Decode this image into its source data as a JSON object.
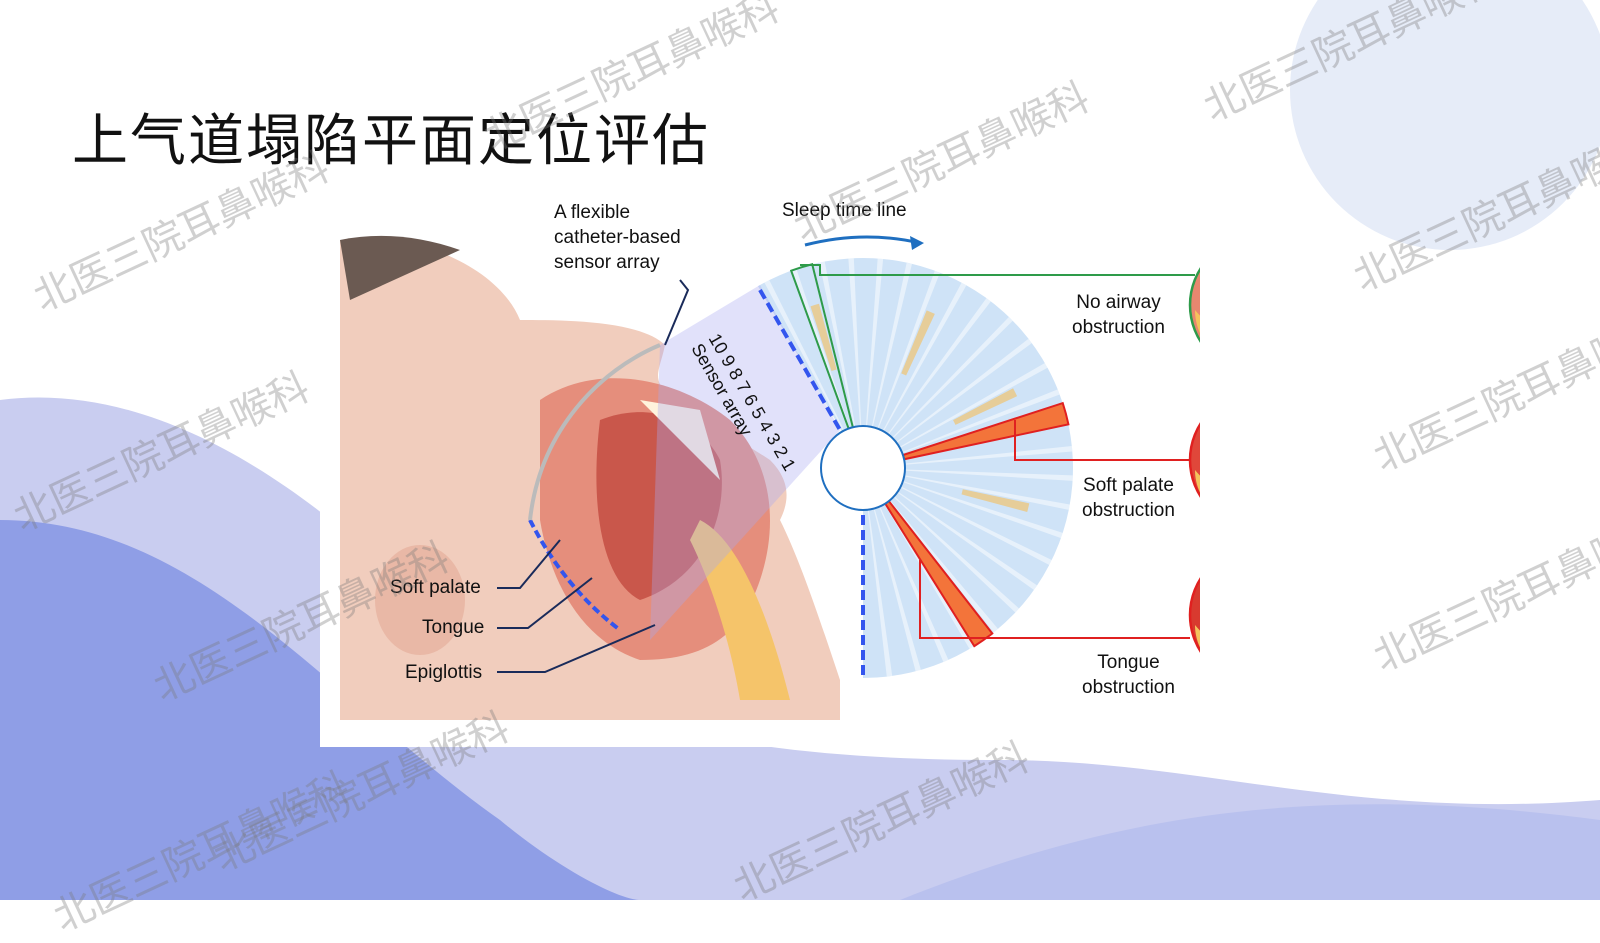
{
  "slide": {
    "title": "上气道塌陷平面定位评估",
    "watermark": "北医三院耳鼻喉科"
  },
  "diagram": {
    "labels": {
      "sensor_callout": [
        "A flexible",
        "catheter-based",
        "sensor array"
      ],
      "sleep_time_line": "Sleep time line",
      "sensor_numbers": "10 9 8 7 6 5 4 3 2 1",
      "sensor_array": "Sensor array",
      "soft_palate": "Soft palate",
      "tongue": "Tongue",
      "epiglottis": "Epiglottis"
    },
    "outcomes": [
      {
        "label": [
          "No airway",
          "obstruction"
        ],
        "color": "#2e9b4a"
      },
      {
        "label": [
          "Soft palate",
          "obstruction"
        ],
        "color": "#e02020"
      },
      {
        "label": [
          "Tongue",
          "obstruction"
        ],
        "color": "#e02020"
      }
    ],
    "colors": {
      "sensor": "#3355ee",
      "arrow": "#1f6fc0",
      "radial": "#cfe3f7"
    }
  }
}
